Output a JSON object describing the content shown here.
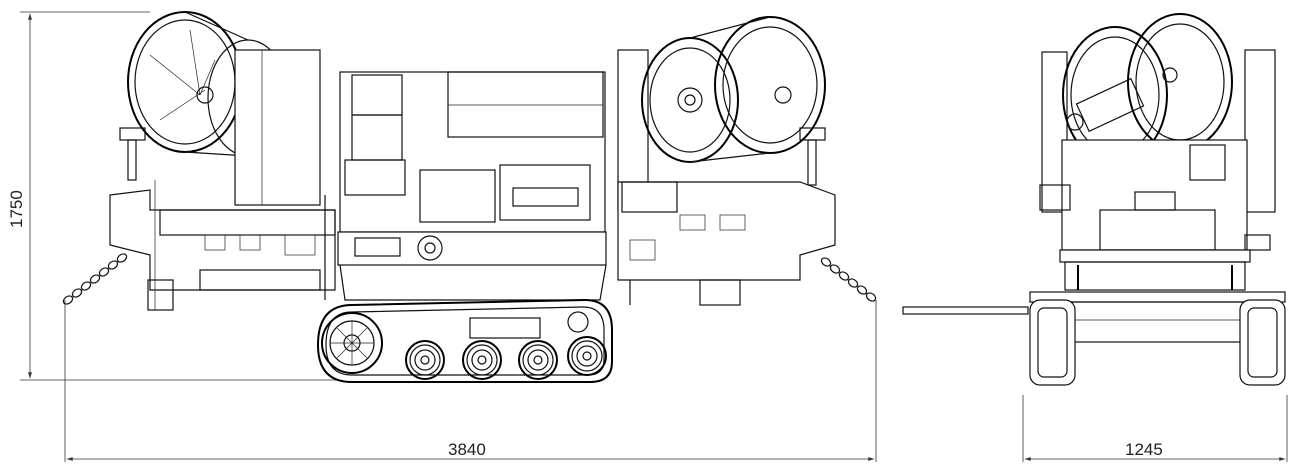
{
  "dimensions": {
    "height_label": "1750",
    "side_length_label": "3840",
    "front_width_label": "1245"
  },
  "colors": {
    "line": "#111111",
    "background": "#ffffff"
  }
}
